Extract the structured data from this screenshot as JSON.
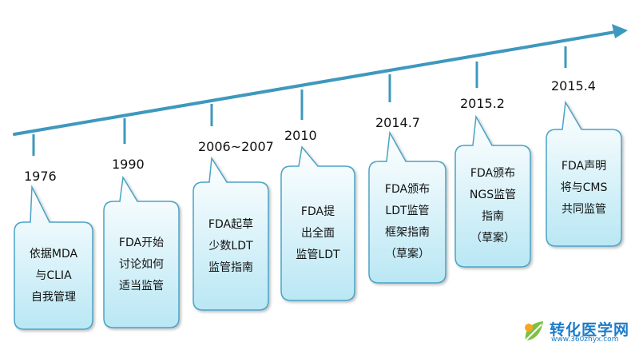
{
  "milestones": [
    {
      "year": "1976",
      "lines": [
        "依据MDA",
        "与CLIA",
        "自我管理"
      ]
    },
    {
      "year": "1990",
      "lines": [
        "FDA开始",
        "讨论如何",
        "适当监管"
      ]
    },
    {
      "year": "2006~2007",
      "lines": [
        "FDA起草",
        "少数LDT",
        "监管指南"
      ]
    },
    {
      "year": "2010",
      "lines": [
        "FDA提",
        "出全面",
        "监管LDT"
      ]
    },
    {
      "year": "2014.7",
      "lines": [
        "FDA颁布",
        "LDT监管",
        "框架指南",
        "（草案）"
      ]
    },
    {
      "year": "2015.2",
      "lines": [
        "FDA颁布",
        "NGS监管",
        "指南",
        "（草案）"
      ]
    },
    {
      "year": "2015.4",
      "lines": [
        "FDA声明",
        "将与CMS",
        "共同监管"
      ]
    }
  ],
  "watermark": {
    "name": "转化医学网",
    "url": "www.360zhyx.com"
  },
  "colors": {
    "arrow": "#3f98bd",
    "bubble_fill_top": "#ffffff",
    "bubble_fill_bottom": "#b9e7f4",
    "bubble_stroke": "#4aa3c6"
  }
}
